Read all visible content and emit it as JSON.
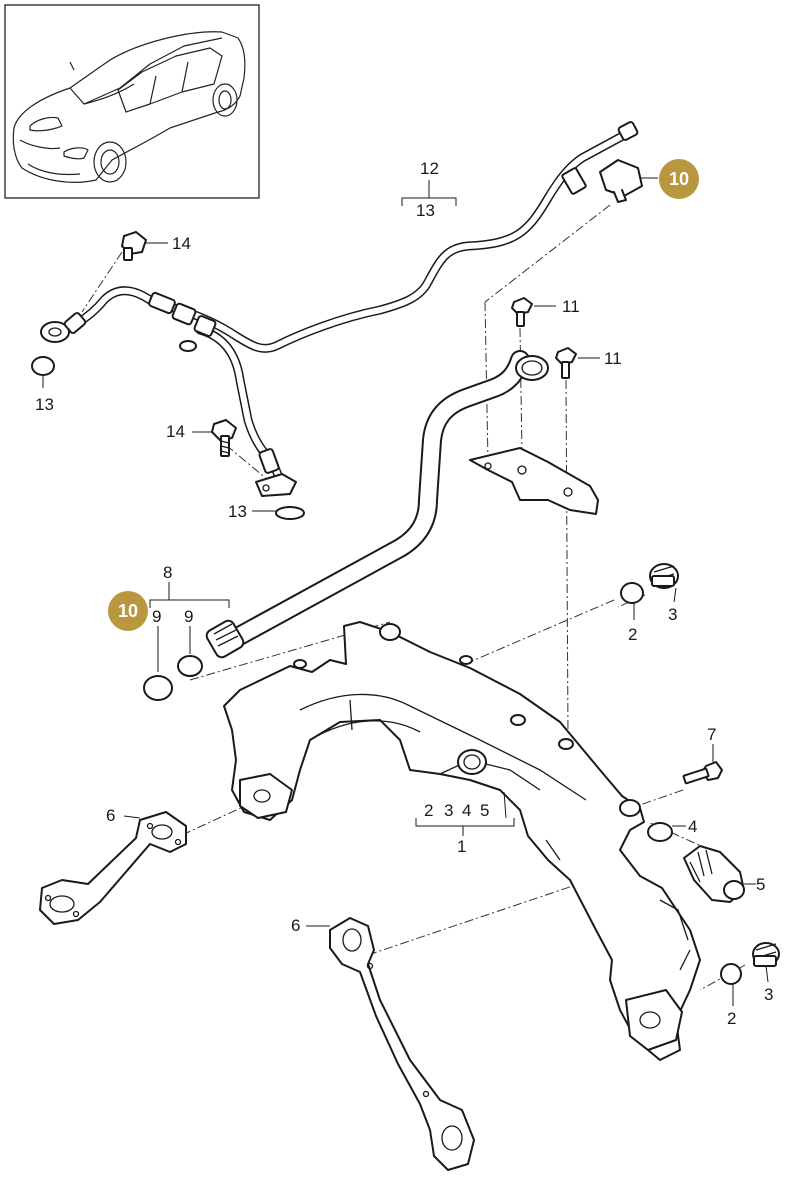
{
  "callouts": {
    "c1": "1",
    "c2a": "2",
    "c2b": "2",
    "c2c": "2",
    "c3a": "3",
    "c3b": "3",
    "c3c": "3",
    "c4a": "4",
    "c4b": "4",
    "c5a": "5",
    "c5b": "5",
    "c6a": "6",
    "c6b": "6",
    "c7": "7",
    "c8": "8",
    "c9a": "9",
    "c9b": "9",
    "c10a": "10",
    "c10b": "10",
    "c11a": "11",
    "c11b": "11",
    "c12": "12",
    "c13a": "13",
    "c13b": "13",
    "c13c": "13",
    "c14a": "14",
    "c14b": "14"
  },
  "colors": {
    "badge": "#b8973f",
    "line": "#1a1a1a",
    "background": "#ffffff"
  },
  "icons": {
    "vehicle": "car-thumbnail-icon"
  }
}
